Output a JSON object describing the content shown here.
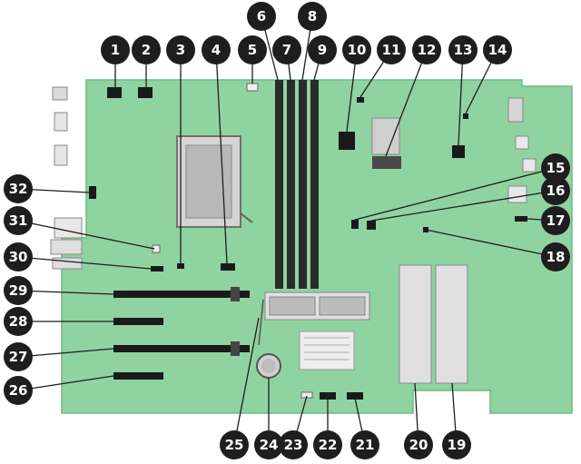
{
  "colors": {
    "board": "#8fd3a0",
    "board_edge": "#6fb985",
    "callout": "#1e1e1e",
    "callout_text": "#ffffff",
    "dimm": "#2b2b2b",
    "component_dark": "#1a1a1a",
    "metal": "#c8c8c8"
  },
  "callouts": [
    {
      "id": "1",
      "label": "1"
    },
    {
      "id": "2",
      "label": "2"
    },
    {
      "id": "3",
      "label": "3"
    },
    {
      "id": "4",
      "label": "4"
    },
    {
      "id": "5",
      "label": "5"
    },
    {
      "id": "6",
      "label": "6"
    },
    {
      "id": "7",
      "label": "7"
    },
    {
      "id": "8",
      "label": "8"
    },
    {
      "id": "9",
      "label": "9"
    },
    {
      "id": "10",
      "label": "10"
    },
    {
      "id": "11",
      "label": "11"
    },
    {
      "id": "12",
      "label": "12"
    },
    {
      "id": "13",
      "label": "13"
    },
    {
      "id": "14",
      "label": "14"
    },
    {
      "id": "15",
      "label": "15"
    },
    {
      "id": "16",
      "label": "16"
    },
    {
      "id": "17",
      "label": "17"
    },
    {
      "id": "18",
      "label": "18"
    },
    {
      "id": "19",
      "label": "19"
    },
    {
      "id": "20",
      "label": "20"
    },
    {
      "id": "21",
      "label": "21"
    },
    {
      "id": "22",
      "label": "22"
    },
    {
      "id": "23",
      "label": "23"
    },
    {
      "id": "24",
      "label": "24"
    },
    {
      "id": "25",
      "label": "25"
    },
    {
      "id": "26",
      "label": "26"
    },
    {
      "id": "27",
      "label": "27"
    },
    {
      "id": "28",
      "label": "28"
    },
    {
      "id": "29",
      "label": "29"
    },
    {
      "id": "30",
      "label": "30"
    },
    {
      "id": "31",
      "label": "31"
    },
    {
      "id": "32",
      "label": "32"
    }
  ]
}
